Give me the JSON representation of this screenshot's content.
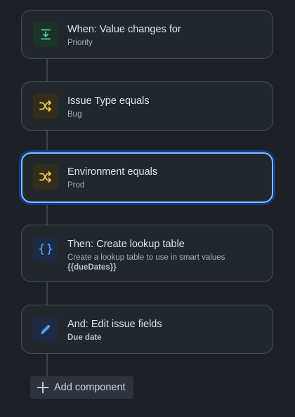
{
  "steps": [
    {
      "kind": "trigger",
      "icon": "download-arrow-icon",
      "title": "When: Value changes for",
      "subtitle": "Priority",
      "colors": {
        "bg": "#1c3329",
        "fg": "#4bce97"
      }
    },
    {
      "kind": "condition",
      "icon": "shuffle-icon",
      "title": "Issue Type equals",
      "subtitle": "Bug",
      "colors": {
        "bg": "#332e1b",
        "fg": "#f5cd47"
      }
    },
    {
      "kind": "condition",
      "icon": "shuffle-icon",
      "title": "Environment equals",
      "subtitle": "Prod",
      "selected": true,
      "colors": {
        "bg": "#332e1b",
        "fg": "#f5cd47"
      }
    },
    {
      "kind": "action",
      "icon": "curly-braces-icon",
      "title": "Then: Create lookup table",
      "subtitle": "Create a lookup table to use in smart values",
      "subtitle_bold": "{{dueDates}}",
      "colors": {
        "bg": "#1c2b41",
        "fg": "#579dff"
      }
    },
    {
      "kind": "action",
      "icon": "pencil-icon",
      "title": "And: Edit issue fields",
      "subtitle_bold": "Due date",
      "colors": {
        "bg": "#1c2b41",
        "fg": "#579dff"
      }
    }
  ],
  "add_component": {
    "icon": "plus-icon",
    "label": "Add component"
  },
  "colors": {
    "background": "#1d2125",
    "card": "#22272b",
    "card_border": "#454f59",
    "selected_border": "#85b8ff",
    "connector": "#3b4249"
  }
}
